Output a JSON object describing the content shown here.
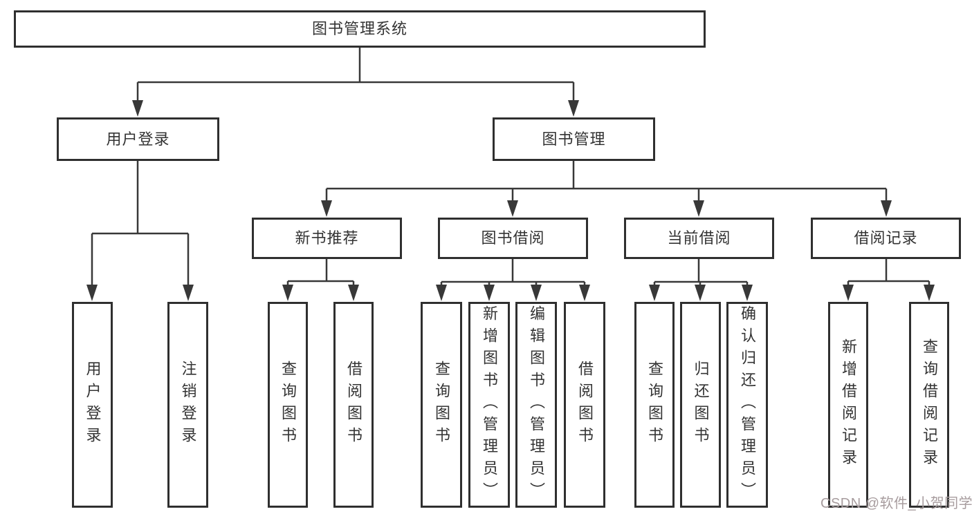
{
  "colors": {
    "line": "#383838",
    "box_border": "#2f2f2f",
    "text": "#333333",
    "watermark": "#a79c9e",
    "background": "#ffffff"
  },
  "watermark": "CSDN @软件_小贺同学",
  "nodes": {
    "root": "图书管理系统",
    "user_login": "用户登录",
    "book_management": "图书管理",
    "new_book_recommend": "新书推荐",
    "book_borrowing": "图书借阅",
    "current_borrowing": "当前借阅",
    "borrowing_records": "借阅记录",
    "leaves": {
      "user_login": [
        "用户登录",
        "注销登录"
      ],
      "new_book_recommend": [
        "查询图书",
        "借阅图书"
      ],
      "book_borrowing": [
        "查询图书",
        "新增图书（管理员）",
        "编辑图书（管理员）",
        "借阅图书"
      ],
      "current_borrowing": [
        "查询图书",
        "归还图书",
        "确认归还（管理员）"
      ],
      "borrowing_records": [
        "新增借阅记录",
        "查询借阅记录"
      ]
    }
  }
}
